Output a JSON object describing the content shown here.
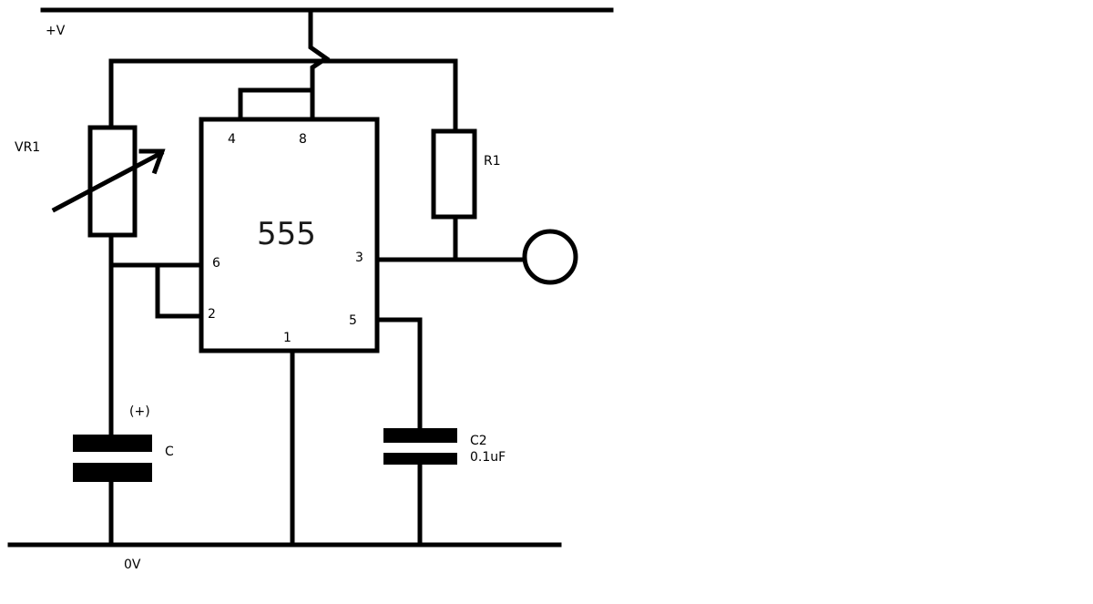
{
  "labels": {
    "supply_positive": "+V",
    "ground": "0V",
    "variable_resistor": "VR1",
    "resistor": "R1",
    "ic_name": "555",
    "pin_4": "4",
    "pin_8": "8",
    "pin_6": "6",
    "pin_2": "2",
    "pin_3": "3",
    "pin_5": "5",
    "pin_1": "1",
    "timing_cap_polarity": "(+)",
    "timing_cap": "C",
    "control_cap": "C2",
    "control_cap_value": "0.1uF"
  },
  "colors": {
    "line": "#000000",
    "background": "#ffffff",
    "ic_text": "#1a1a1a"
  }
}
